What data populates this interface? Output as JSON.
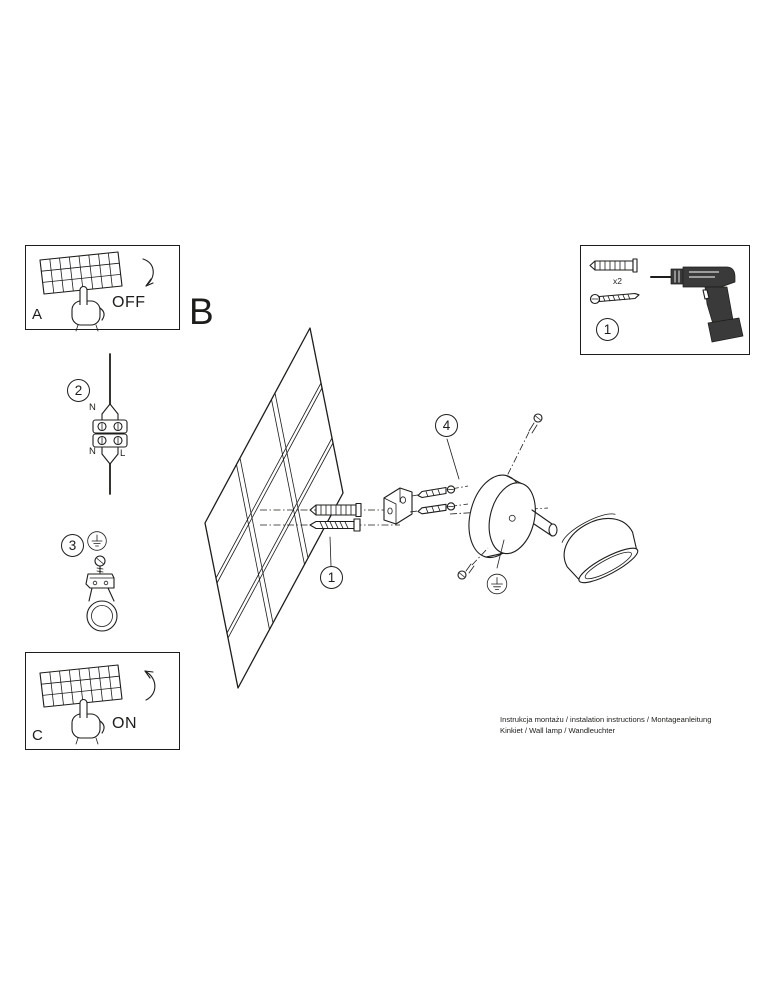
{
  "colors": {
    "ink": "#1d1d1b",
    "paper": "#ffffff"
  },
  "section": {
    "label": "B"
  },
  "panel_a": {
    "label": "A",
    "state": "OFF"
  },
  "panel_c": {
    "label": "C",
    "state": "ON"
  },
  "tools_box": {
    "step": "1",
    "plug_quantity": "x2"
  },
  "steps": {
    "wall_drilling": "1",
    "wiring": "2",
    "grounding": "3",
    "mounting": "4"
  },
  "wiring_labels": {
    "top_neutral": "N",
    "bottom_neutral": "N",
    "bottom_live": "L"
  },
  "footer": {
    "line1": "Instrukcja montażu / instalation instructions / Montageanleitung",
    "line2": "Kinkiet / Wall lamp / Wandleuchter"
  }
}
